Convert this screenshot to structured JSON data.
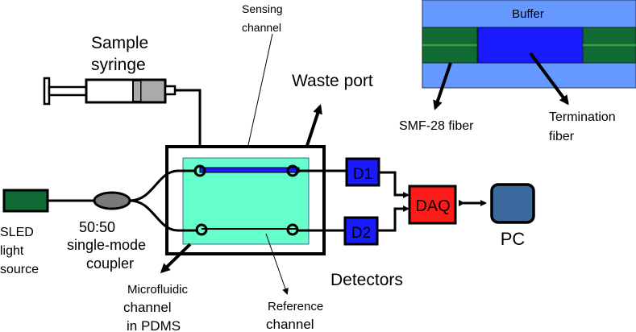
{
  "labels": {
    "sample_syringe": [
      "Sample",
      "syringe"
    ],
    "sensing_channel": [
      "Sensing",
      "channel"
    ],
    "waste_port": "Waste port",
    "buffer": "Buffer",
    "smf_fiber": "SMF-28 fiber",
    "termination_fiber": [
      "Termination",
      "fiber"
    ],
    "sled": [
      "SLED",
      "light",
      "source"
    ],
    "coupler": [
      "50:50",
      "single-mode",
      "coupler"
    ],
    "microfluidic": [
      "Microfluidic",
      "channel",
      "in PDMS"
    ],
    "reference_channel": [
      "Reference",
      "channel"
    ],
    "detectors": "Detectors",
    "d1": "D1",
    "d2": "D2",
    "daq": "DAQ",
    "pc": "PC"
  },
  "colors": {
    "sled_green": "#0f6a35",
    "coupler_gray": "#7a7a7a",
    "pdms_cyan": "#66ffcc",
    "sensing_blue": "#1a1aff",
    "detector_blue": "#1a1aff",
    "daq_red": "#ff1a1a",
    "pc_blue": "#3a6a9e",
    "buffer_blue": "#6699ff",
    "fiber_green": "#0f6a35",
    "termination_blue": "#1a1aff",
    "syringe_gray": "#aaaaaa"
  }
}
